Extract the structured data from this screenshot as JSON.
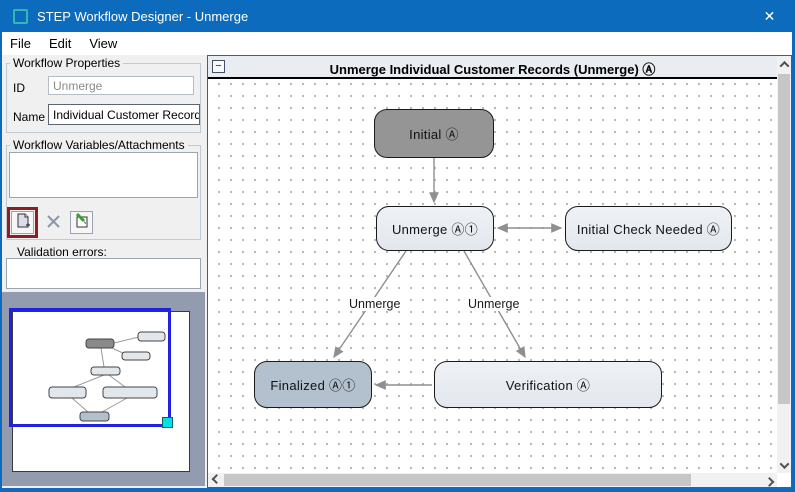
{
  "window": {
    "title": "STEP Workflow Designer - Unmerge",
    "close_glyph": "✕"
  },
  "menu": {
    "items": [
      {
        "label": "File"
      },
      {
        "label": "Edit"
      },
      {
        "label": "View"
      }
    ]
  },
  "props": {
    "title": "Workflow Properties",
    "id_label": "ID",
    "id_value": "Unmerge",
    "name_label": "Name",
    "name_value": "Individual Customer Records",
    "variables_title": "Workflow Variables/Attachments",
    "validation_label": "Validation errors:"
  },
  "canvas": {
    "collapse_glyph": "−",
    "title": "Unmerge Individual Customer Records (Unmerge) Ⓐ",
    "nodes": [
      {
        "id": "initial",
        "label": "Initial Ⓐ",
        "style": "dark"
      },
      {
        "id": "unmerge",
        "label": "Unmerge Ⓐ①",
        "style": "light"
      },
      {
        "id": "initial-check-needed",
        "label": "Initial Check Needed Ⓐ",
        "style": "light"
      },
      {
        "id": "finalized",
        "label": "Finalized Ⓐ①",
        "style": "steel"
      },
      {
        "id": "verification",
        "label": "Verification Ⓐ",
        "style": "light"
      }
    ],
    "edges": [
      {
        "from": "initial",
        "to": "unmerge",
        "label": ""
      },
      {
        "from": "unmerge",
        "to": "initial-check-needed",
        "label": "",
        "bidirectional": true
      },
      {
        "from": "unmerge",
        "to": "finalized",
        "label": "Unmerge"
      },
      {
        "from": "unmerge",
        "to": "verification",
        "label": "Unmerge"
      },
      {
        "from": "verification",
        "to": "finalized",
        "label": ""
      }
    ]
  },
  "colors": {
    "titlebar": "#0d6bbd",
    "minimap_bg": "#929cae",
    "viewport_blue": "#2121e0",
    "viewport_handle": "#00e0e0",
    "node_dark": "#959595",
    "node_light": "#e9edf2",
    "node_steel": "#b3c1cf",
    "edge": "#8f8f8f",
    "add_button_highlight": "#8b1f24"
  }
}
